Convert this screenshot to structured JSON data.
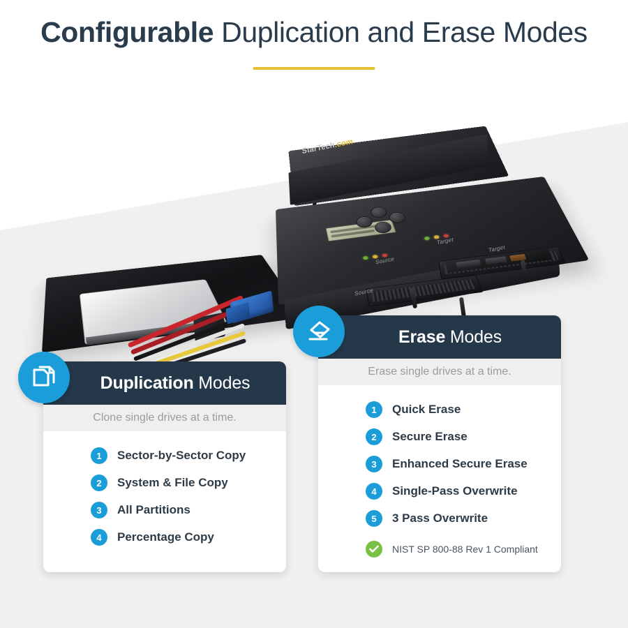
{
  "page": {
    "title_strong": "Configurable",
    "title_light": " Duplication and Erase Modes",
    "accent_color": "#e3c233",
    "brand_blue": "#1b9dd9",
    "header_navy": "#24384a",
    "green": "#7ac143"
  },
  "photo": {
    "device_brand": "StarTech",
    "device_brand_suffix": ".com",
    "labels": {
      "source_leds": "Source",
      "target_leds": "Target",
      "source_slot": "Source",
      "target_slot": "Target"
    }
  },
  "cards": [
    {
      "id": "duplication",
      "icon": "copy-documents-icon",
      "title_strong": "Duplication",
      "title_light": " Modes",
      "subtitle": "Clone single drives at a time.",
      "items": [
        {
          "num": "1",
          "label": "Sector-by-Sector Copy"
        },
        {
          "num": "2",
          "label": "System & File Copy"
        },
        {
          "num": "3",
          "label": "All Partitions"
        },
        {
          "num": "4",
          "label": "Percentage Copy"
        }
      ],
      "compliance": null
    },
    {
      "id": "erase",
      "icon": "eraser-icon",
      "title_strong": "Erase",
      "title_light": " Modes",
      "subtitle": "Erase single drives at a time.",
      "items": [
        {
          "num": "1",
          "label": "Quick Erase"
        },
        {
          "num": "2",
          "label": "Secure Erase"
        },
        {
          "num": "3",
          "label": "Enhanced Secure Erase"
        },
        {
          "num": "4",
          "label": "Single-Pass Overwrite"
        },
        {
          "num": "5",
          "label": "3 Pass Overwrite"
        }
      ],
      "compliance": "NIST SP 800-88 Rev 1 Compliant"
    }
  ]
}
